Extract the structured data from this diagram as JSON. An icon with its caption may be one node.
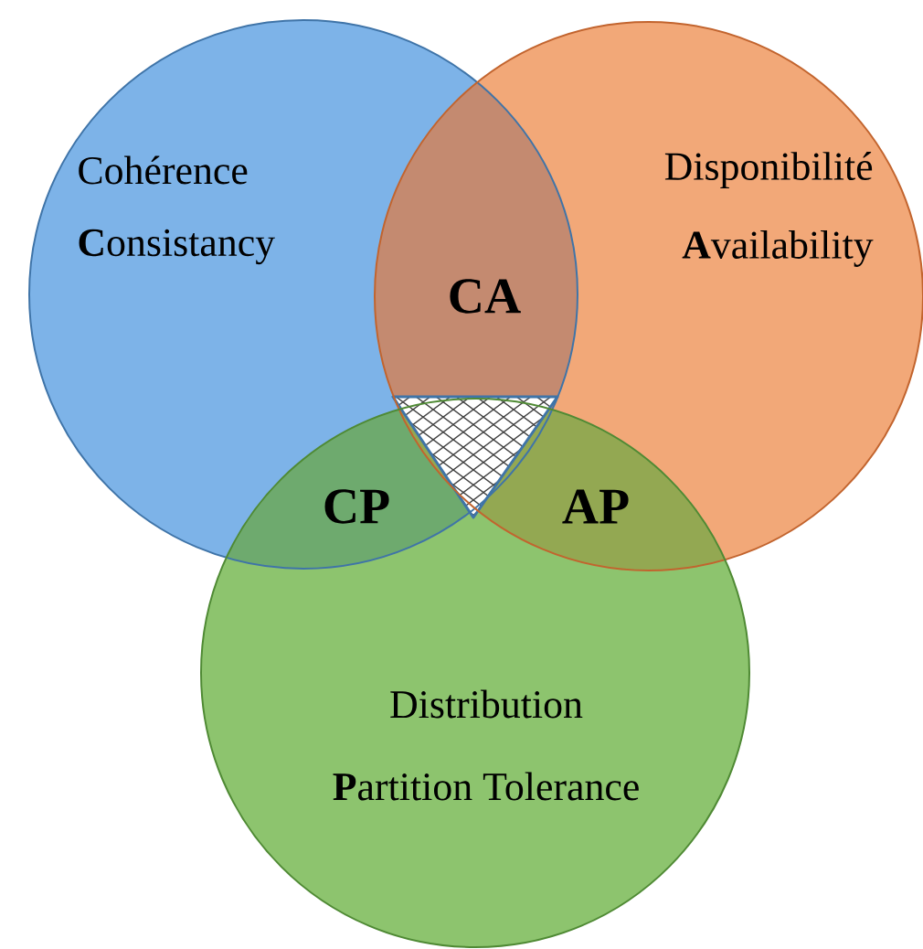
{
  "diagram": {
    "nodes": [
      {
        "text": [
          "Cohérence",
          "**C**onsistancy"
        ]
      },
      {
        "text": [
          "Disponibilité",
          "**A**vailability"
        ]
      },
      {
        "text": [
          "Distribution",
          "**P**artition Tolerance"
        ]
      },
      {
        "text": [],
        "shape": "triangle"
      }
    ],
    "labels": [
      "CA",
      "CP",
      "AP"
    ]
  }
}
